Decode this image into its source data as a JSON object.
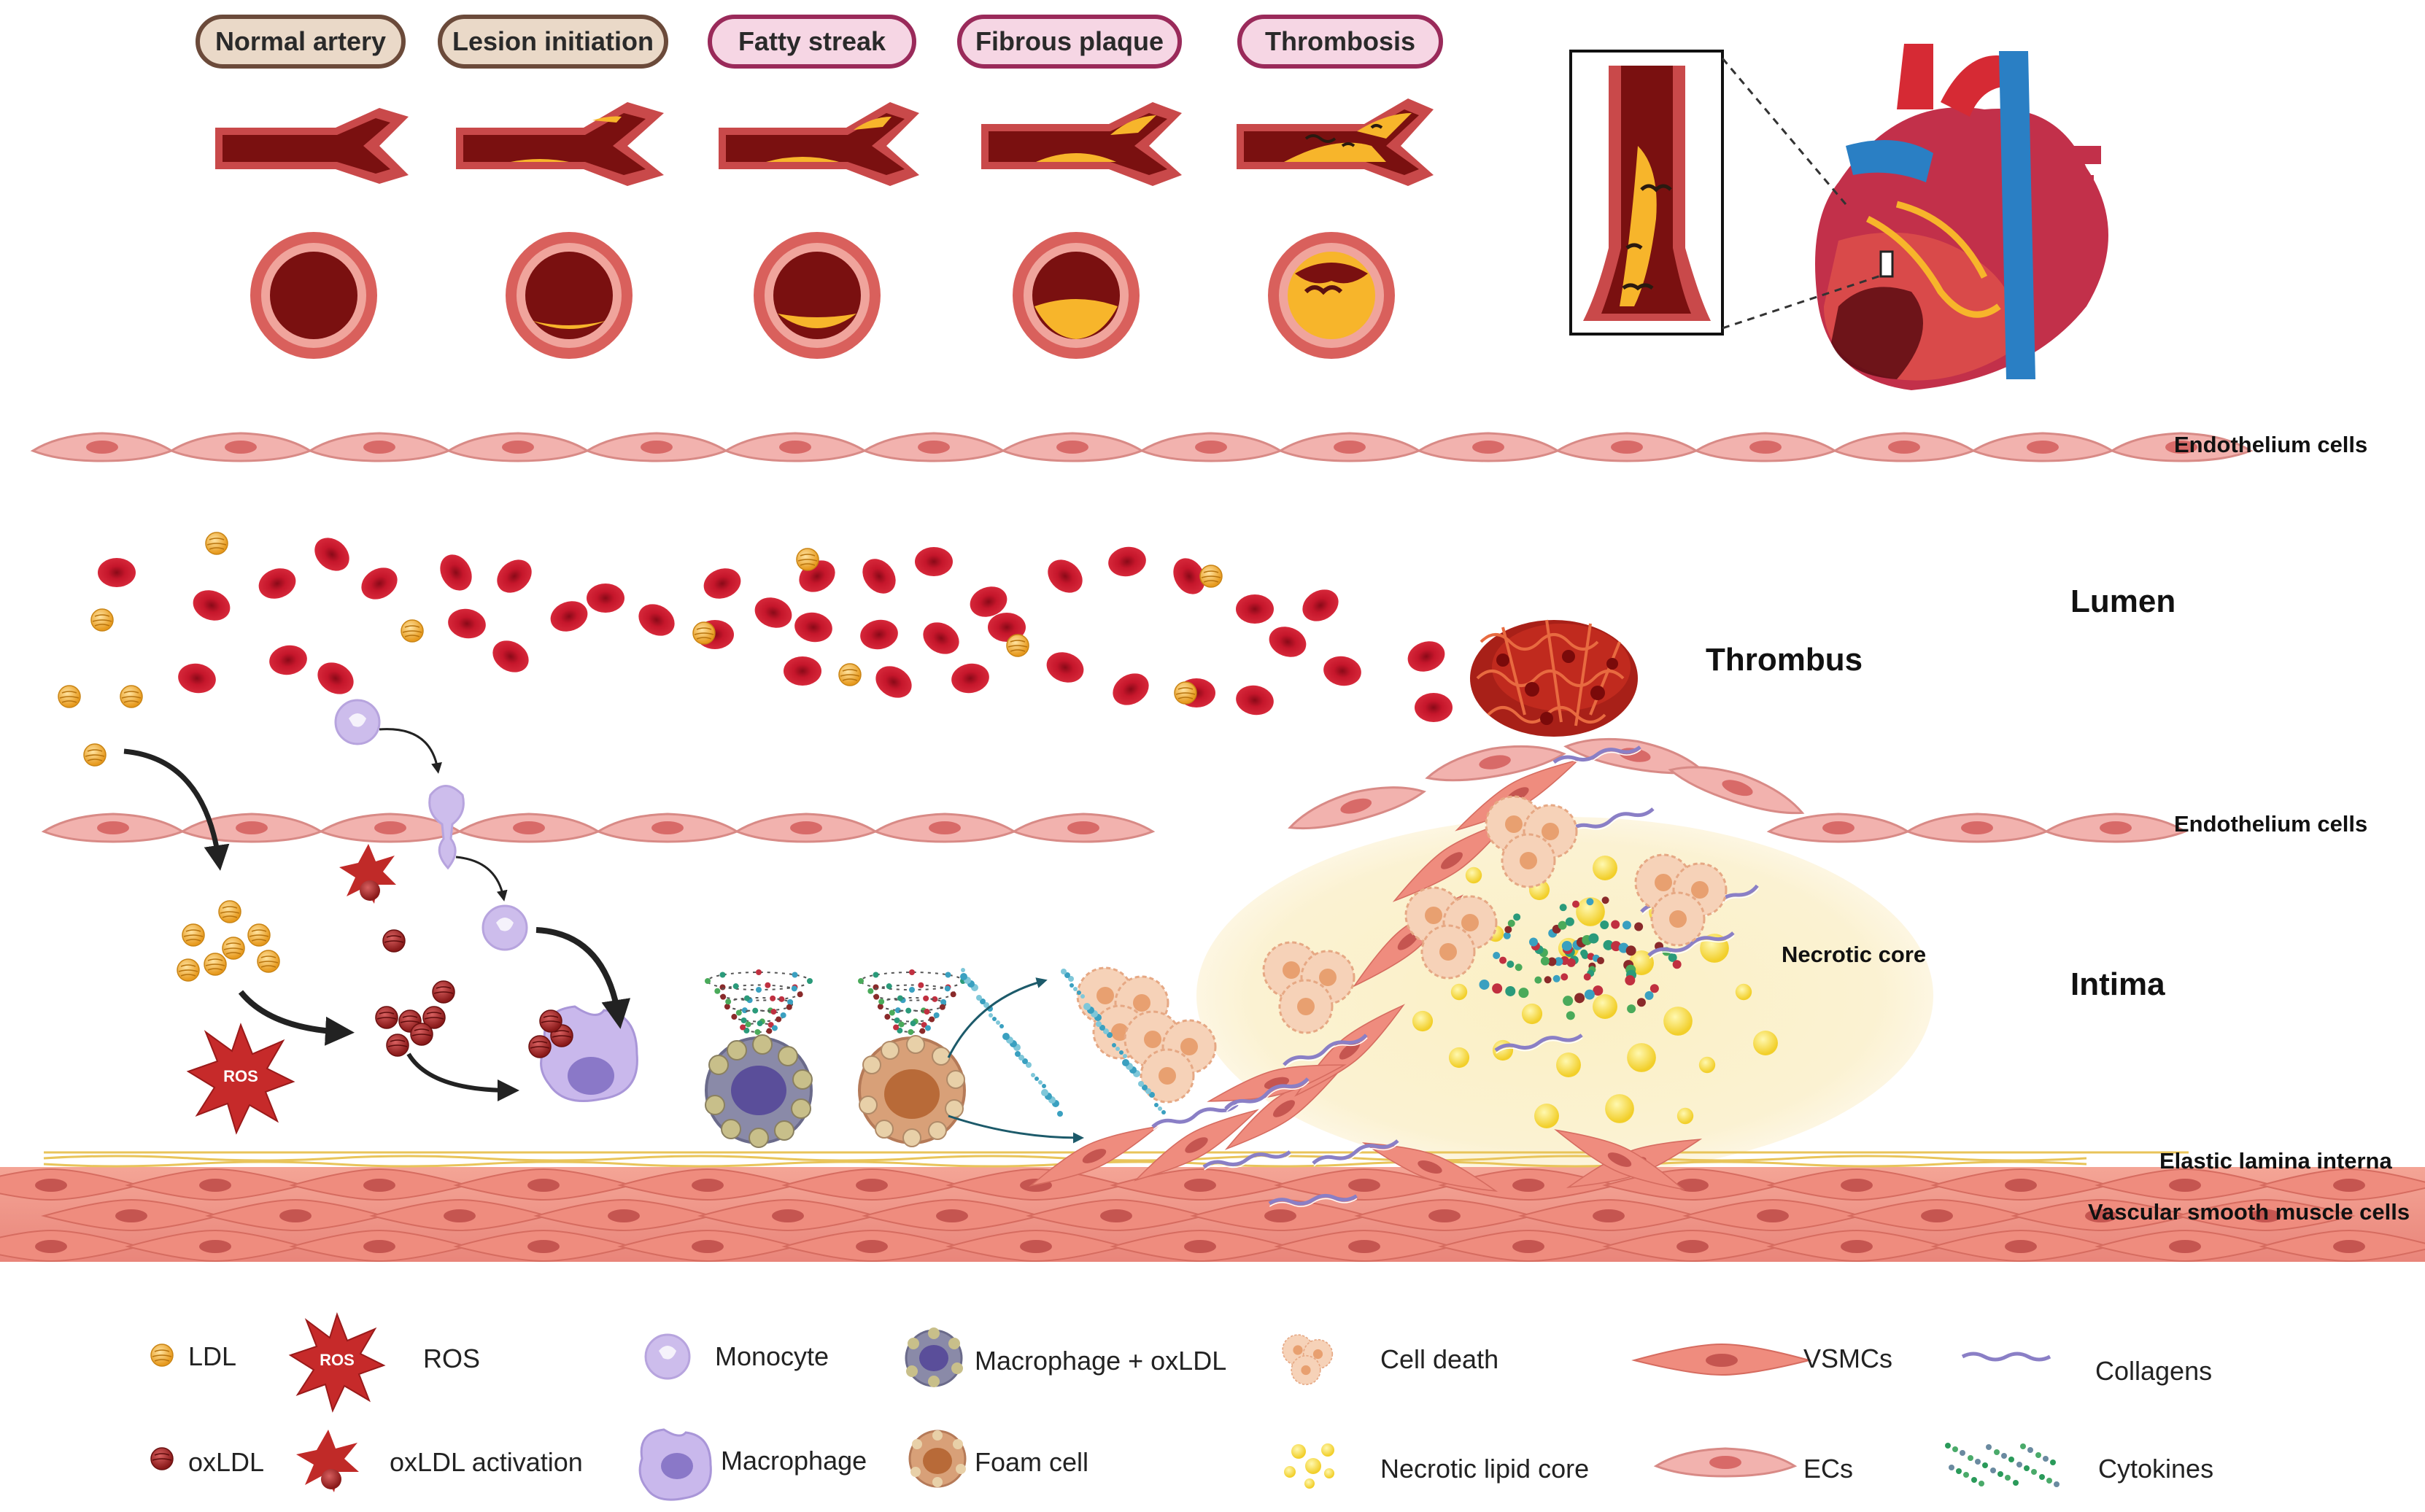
{
  "stages": [
    "Normal artery",
    "Lesion initiation",
    "Fatty streak",
    "Fibrous plaque",
    "Thrombosis"
  ],
  "labels": {
    "endothelium_top": "Endothelium cells",
    "lumen": "Lumen",
    "thrombus": "Thrombus",
    "endothelium_bottom": "Endothelium cells",
    "necrotic_core": "Necrotic core",
    "intima": "Intima",
    "elastic_lamina": "Elastic lamina interna",
    "vsmc_layer": "Vascular smooth muscle cells",
    "ros_badge": "ROS"
  },
  "legend": {
    "ldl": "LDL",
    "ros_icon_text": "ROS",
    "ros": "ROS",
    "monocyte": "Monocyte",
    "macrophage_oxldl": "Macrophage + oxLDL",
    "cell_death": "Cell death",
    "vsmcs": "VSMCs",
    "collagens": "Collagens",
    "oxldl": "oxLDL",
    "oxldl_activation": "oxLDL activation",
    "macrophage": "Macrophage",
    "foam_cell": "Foam cell",
    "necrotic_lipid_core": "Necrotic lipid core",
    "ecs": "ECs",
    "cytokines": "Cytokines"
  },
  "colors": {
    "artery_wall": "#c9494a",
    "lumen_blood": "#7a1010",
    "plaque": "#f7b52b",
    "endothelium": "#f2b3b0",
    "rbc": "#c0152a",
    "ldl": "#f2b13a",
    "oxldl": "#a82a2a",
    "monocyte": "#c9b8e8",
    "vsmc": "#ec8a7c",
    "necrotic_bg": "#fbf0c8",
    "lipid": "#f5e04a"
  }
}
